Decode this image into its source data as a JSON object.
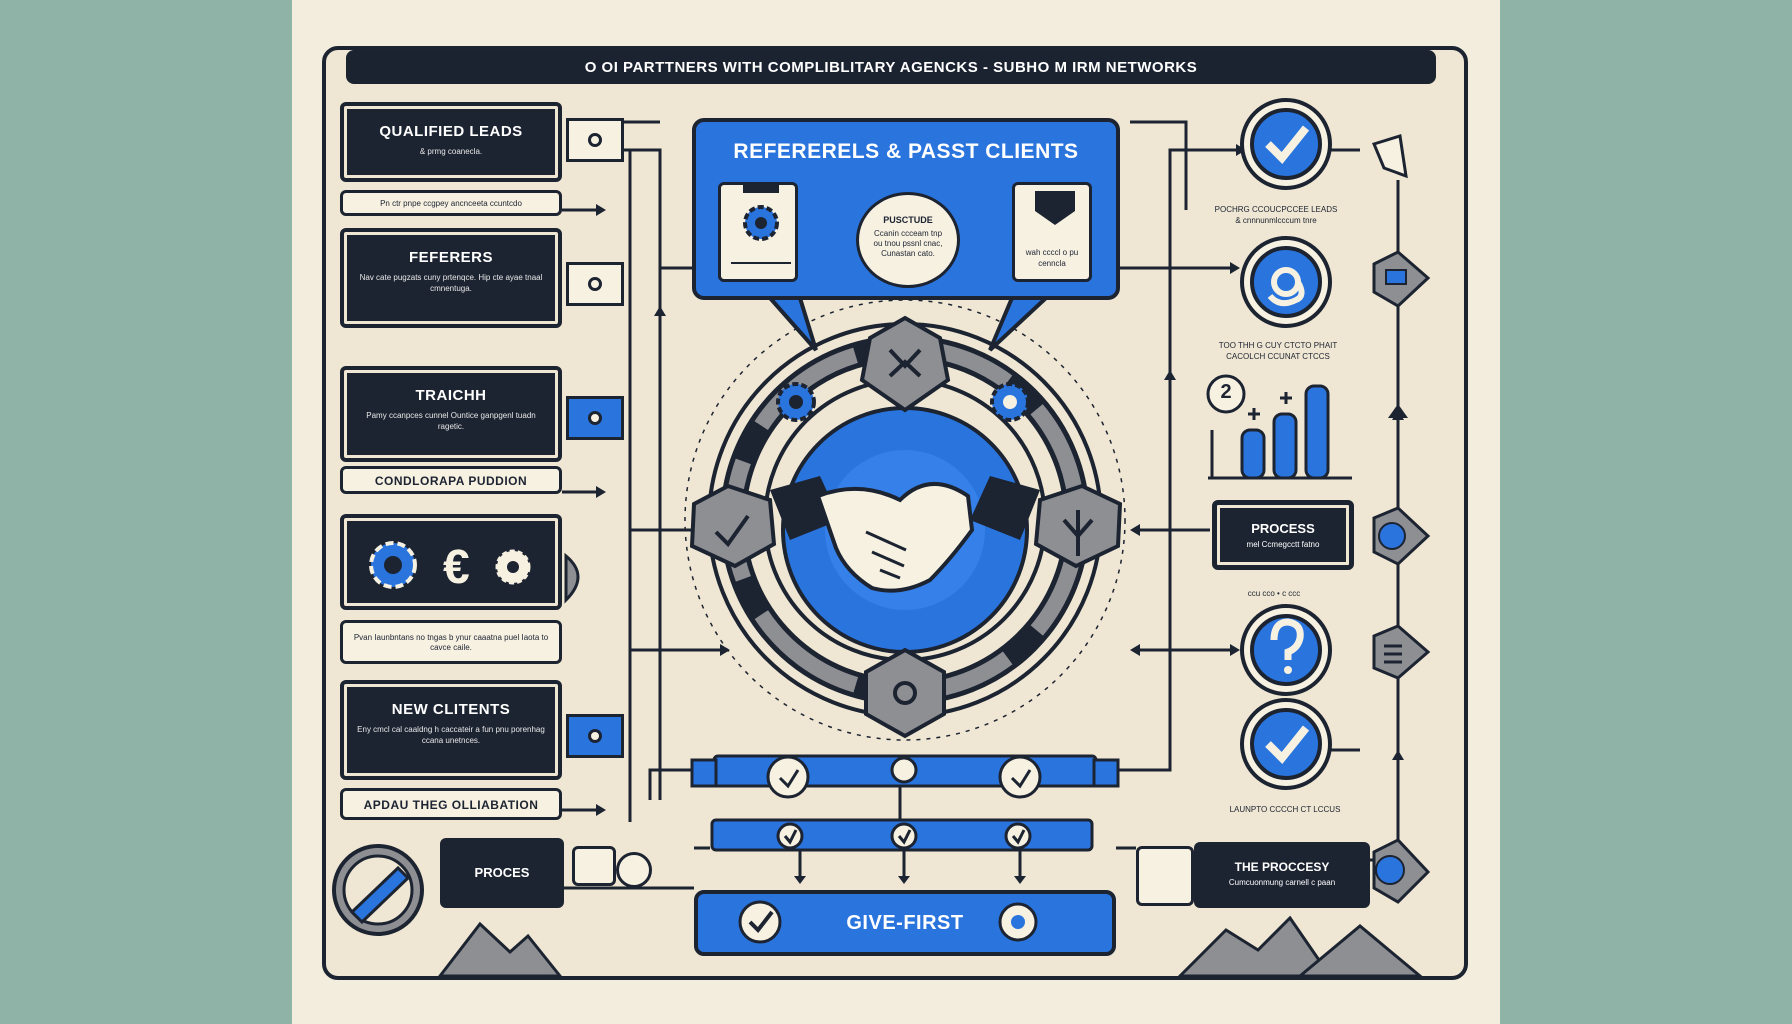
{
  "header": {
    "title": "O OI PARTTNERS WITH COMPLIBLITARY AGENCKS  -  SUBHO M IRM NETWORKS"
  },
  "left": {
    "box1": {
      "title": "QUALIFIED LEADS",
      "sub": "& prmg coanecla."
    },
    "strip1": "Pn ctr pnpe ccgpey ancnceeta ccuntcdo",
    "box2": {
      "title": "FEFERERS",
      "sub": "Nav cate pugzats cuny prtenqce. Hip cte ayae tnaal cmnentuga."
    },
    "box3": {
      "title": "TRAICHH",
      "sub": "Pamy ccanpces cunnel Ountice ganpgenl tuadn ragetic."
    },
    "strip3": "CONDLORAPA PUDDION",
    "strip4": "Pvan Iaunbntans no tngas b ynur caaatna puel Iaota to cavce caile.",
    "box5": {
      "title": "NEW CLITENTS",
      "sub": "Eny cmcl cal caaldng h caccateir a fun pnu porenhag ccana unetnces."
    },
    "strip5": "APDAU THEG OLLIABATION",
    "process": "PROCES"
  },
  "banner": {
    "title": "REFERERELS & PASST CLIENTS",
    "bubble_head": "PUSCTUDE",
    "bubble_text": "Ccanin ccceam tnp ou tnou pssnl cnac, Cunastan cato.",
    "card_text": "wah ccccl o pu cenncla"
  },
  "right": {
    "text1_head": "POCHRG CCOUCPCCEE LEADS",
    "text1_sub": "& cnnnunmlcccum tnre",
    "text2": "TOO THH G CUY CTCTO PHAIT CACOLCH CCUNAT CTCCS",
    "step_number": "2",
    "process": {
      "title": "PROCESS",
      "sub": "mel Ccmegcctt fatno"
    },
    "text3": "ccu cco • c ccc",
    "text4": "LAUNPTO CCCCH CT LCCUS",
    "process2": {
      "title": "THE PROCCESY",
      "sub": "Cumcuonmung carnell c paan"
    }
  },
  "bottom": {
    "give_first": "GIVE-FIRST"
  },
  "colors": {
    "blue": "#2a74de",
    "navy": "#1c2331",
    "cream": "#efe7d3",
    "gray": "#8d8f93",
    "bg": "#8fb3a6"
  },
  "icons": [
    "gear-icon",
    "euro-icon",
    "check-icon",
    "at-icon",
    "question-icon",
    "mail-icon",
    "menu-icon",
    "handshake-icon",
    "leaf-icon",
    "ribbon-icon",
    "mountain-icon",
    "pencil-icon",
    "bar-chart-icon"
  ]
}
